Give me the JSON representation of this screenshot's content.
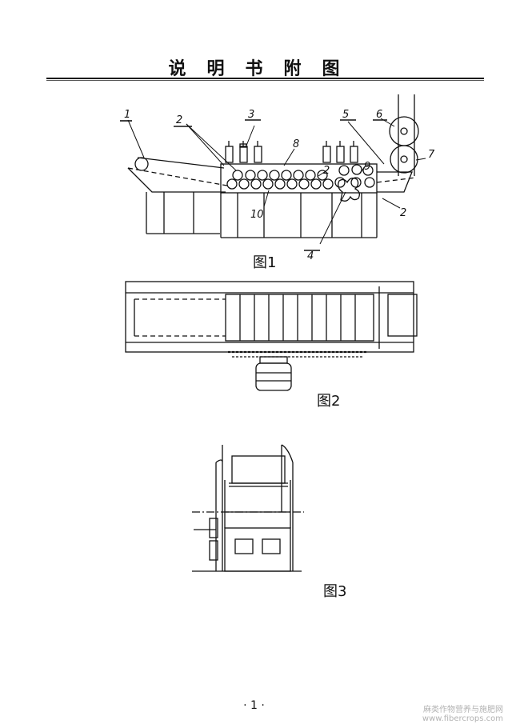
{
  "header": {
    "title": "说明书附图"
  },
  "figures": {
    "fig1": {
      "caption": "图1"
    },
    "fig2": {
      "caption": "图2"
    },
    "fig3": {
      "caption": "图3"
    }
  },
  "callouts": [
    "1",
    "2",
    "3",
    "5",
    "6",
    "7",
    "8",
    "2",
    "9",
    "10",
    "2",
    "4"
  ],
  "footer": {
    "page_number": "· 1 ·"
  },
  "watermark": {
    "line1": "麻类作物营养与施肥网",
    "line2": "www.fibercrops.com"
  }
}
